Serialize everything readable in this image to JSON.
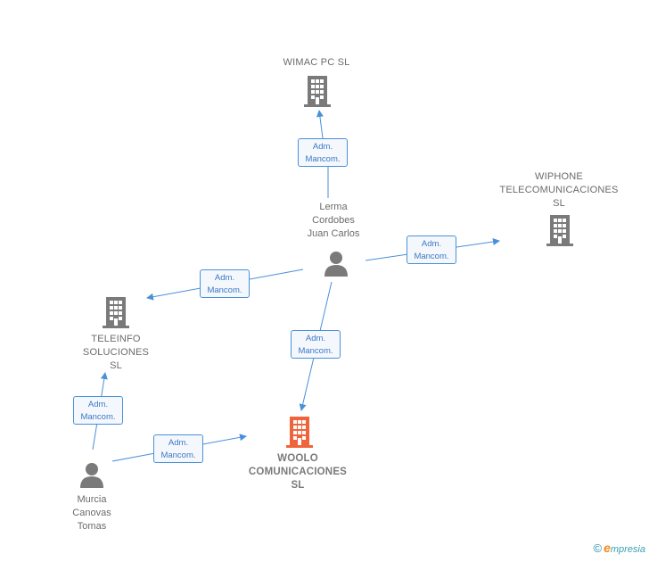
{
  "nodes": {
    "wimac": {
      "label": "WIMAC PC  SL",
      "type": "company"
    },
    "wiphone": {
      "label_lines": [
        "WIPHONE",
        "TELECOMUNICACIONES",
        "SL"
      ],
      "type": "company"
    },
    "teleinfo": {
      "label_lines": [
        "TELEINFO",
        "SOLUCIONES",
        "SL"
      ],
      "type": "company"
    },
    "woolo": {
      "label_lines": [
        "WOOLO",
        "COMUNICACIONES",
        "SL"
      ],
      "type": "company-main"
    },
    "lerma": {
      "label_lines": [
        "Lerma",
        "Cordobes",
        "Juan Carlos"
      ],
      "type": "person"
    },
    "murcia": {
      "label_lines": [
        "Murcia",
        "Canovas",
        "Tomas"
      ],
      "type": "person"
    }
  },
  "edges": [
    {
      "id": "lerma-wimac",
      "line1": "Adm.",
      "line2": "Mancom."
    },
    {
      "id": "lerma-wiphone",
      "line1": "Adm.",
      "line2": "Mancom."
    },
    {
      "id": "lerma-teleinfo",
      "line1": "Adm.",
      "line2": "Mancom."
    },
    {
      "id": "lerma-woolo",
      "line1": "Adm.",
      "line2": "Mancom."
    },
    {
      "id": "murcia-teleinfo",
      "line1": "Adm.",
      "line2": "Mancom."
    },
    {
      "id": "murcia-woolo",
      "line1": "Adm.",
      "line2": "Mancom."
    }
  ],
  "colors": {
    "edge": "#4a90d9",
    "company_icon": "#7a7a7a",
    "main_company_icon": "#f0643c",
    "person_icon": "#7a7a7a"
  },
  "brand": {
    "copyright": "©",
    "initial": "e",
    "name": "mpresia"
  }
}
